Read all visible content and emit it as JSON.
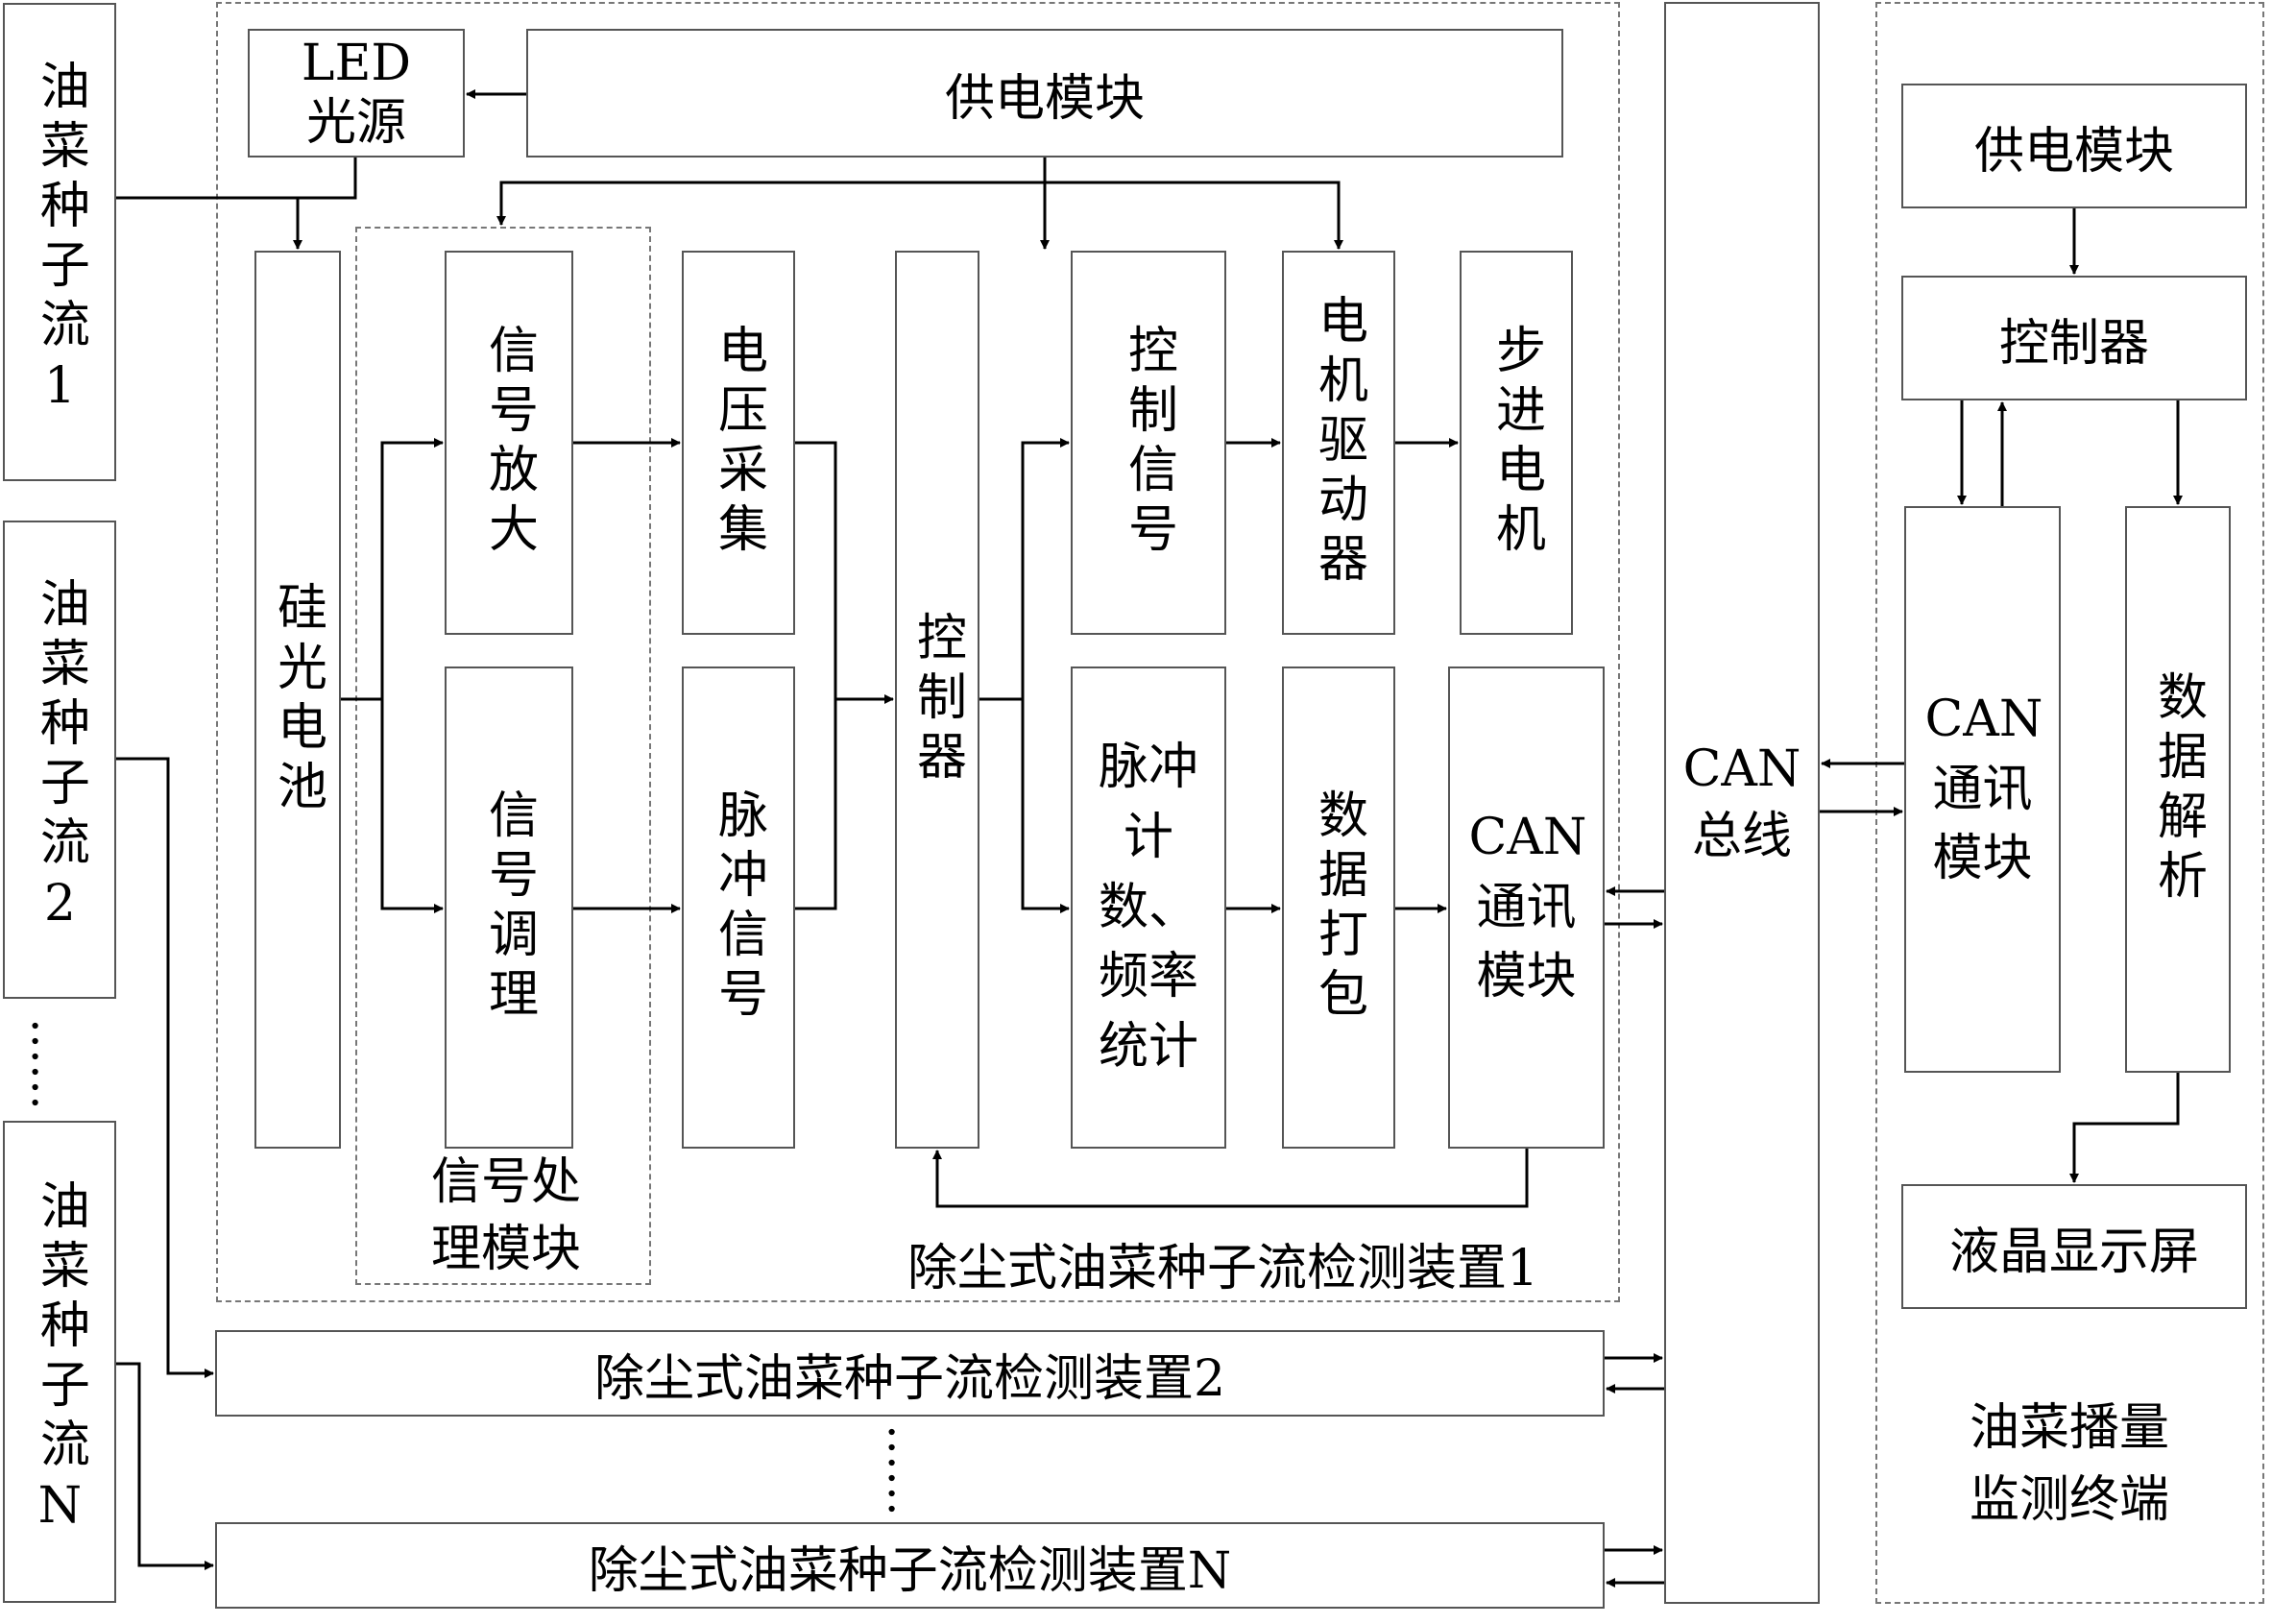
{
  "sources": [
    {
      "text": "油菜种子流1"
    },
    {
      "text": "油菜种子流2"
    },
    {
      "text": "油菜种子流N"
    }
  ],
  "device1": {
    "label": "除尘式油菜种子流检测装置1",
    "led": "LED光源",
    "power": "供电模块",
    "photocell": "硅光电池",
    "signal_amp": "信号放大",
    "signal_cond": "信号调理",
    "signal_proc_label": "信号处理模块",
    "voltage_acq": "电压采集",
    "pulse_signal": "脉冲信号",
    "controller": "控制器",
    "control_signal": "控制信号",
    "motor_driver": "电机驱动器",
    "stepper_motor": "步进电机",
    "pulse_count": "脉冲计数、频率统计",
    "data_pack": "数据打包",
    "can_module": "CAN通讯模块"
  },
  "device2": {
    "label": "除尘式油菜种子流检测装置2"
  },
  "deviceN": {
    "label": "除尘式油菜种子流检测装置N"
  },
  "can_bus": "CAN总线",
  "terminal": {
    "power": "供电模块",
    "controller": "控制器",
    "can_module": "CAN通讯模块",
    "data_analysis": "数据解析",
    "lcd": "液晶显示屏",
    "label": "油菜播量监测终端"
  }
}
